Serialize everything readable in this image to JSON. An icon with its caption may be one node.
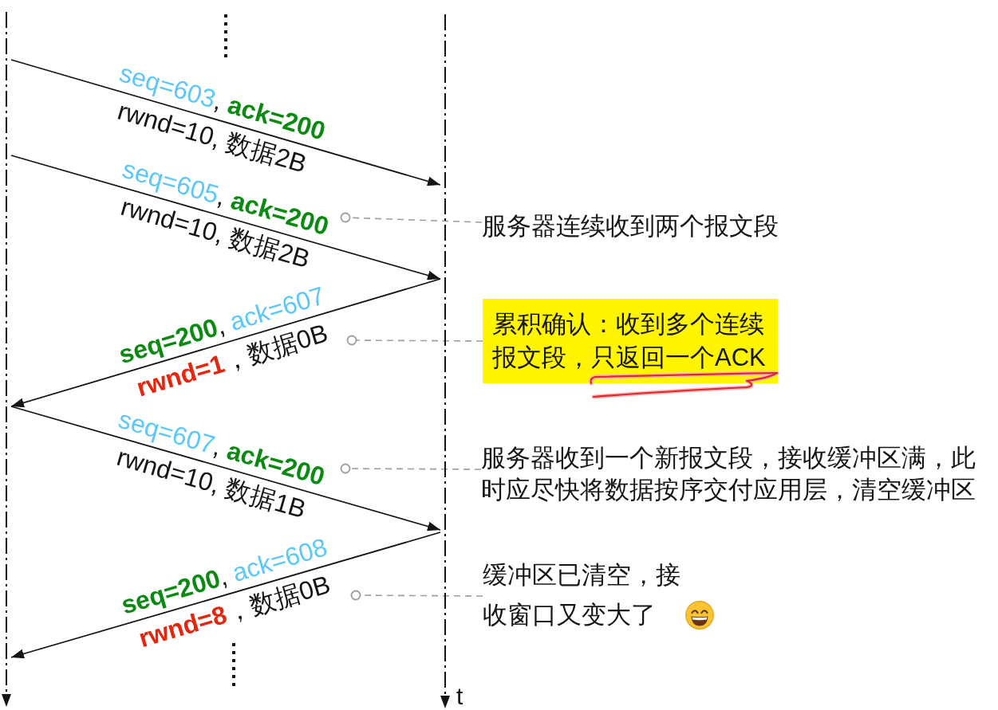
{
  "diagram": {
    "nodes": [
      {
        "text": [],
        "shape": "line"
      },
      {
        "text": [],
        "shape": "line",
        "beside": [
          "t"
        ]
      },
      {
        "text": [
          "服务器连续收到两个报文段"
        ]
      },
      {
        "text": [
          "累积确认：收到多个连续报文段，只返回一个ACK"
        ]
      },
      {
        "text": [
          "服务器收到一个新报文段，接收缓冲区满，此时应尽快将数据按序交付应用层，清空缓冲区"
        ]
      },
      {
        "text": [
          "缓冲区已清空，接收窗口又变大了"
        ]
      }
    ],
    "edges": [
      {
        "from": 0,
        "to": 1,
        "arrow": "to",
        "label": "seq=603, ack=200 rwnd=10, 数据2B"
      },
      {
        "from": 0,
        "to": 1,
        "arrow": "to",
        "label": "seq=605, ack=200 rwnd=10, 数据2B"
      },
      {
        "from": 1,
        "to": 0,
        "arrow": "to",
        "label": "seq=200, ack=607 rwnd=1，数据0B"
      },
      {
        "from": 0,
        "to": 1,
        "arrow": "to",
        "label": "seq=607, ack=200 rwnd=10, 数据1B"
      },
      {
        "from": 1,
        "to": 0,
        "arrow": "to",
        "label": "seq=200, ack=608 rwnd=8，数据0B"
      },
      {
        "from": 2,
        "to": null,
        "arrow": "other",
        "style": "dashed",
        "color": "#9e9e9e"
      },
      {
        "from": 3,
        "to": null,
        "arrow": "other",
        "style": "dashed",
        "color": "#9e9e9e"
      },
      {
        "from": 4,
        "to": null,
        "arrow": "other",
        "style": "dashed",
        "color": "#9e9e9e"
      },
      {
        "from": 5,
        "to": null,
        "arrow": "other",
        "style": "dashed",
        "color": "#9e9e9e"
      }
    ]
  }
}
